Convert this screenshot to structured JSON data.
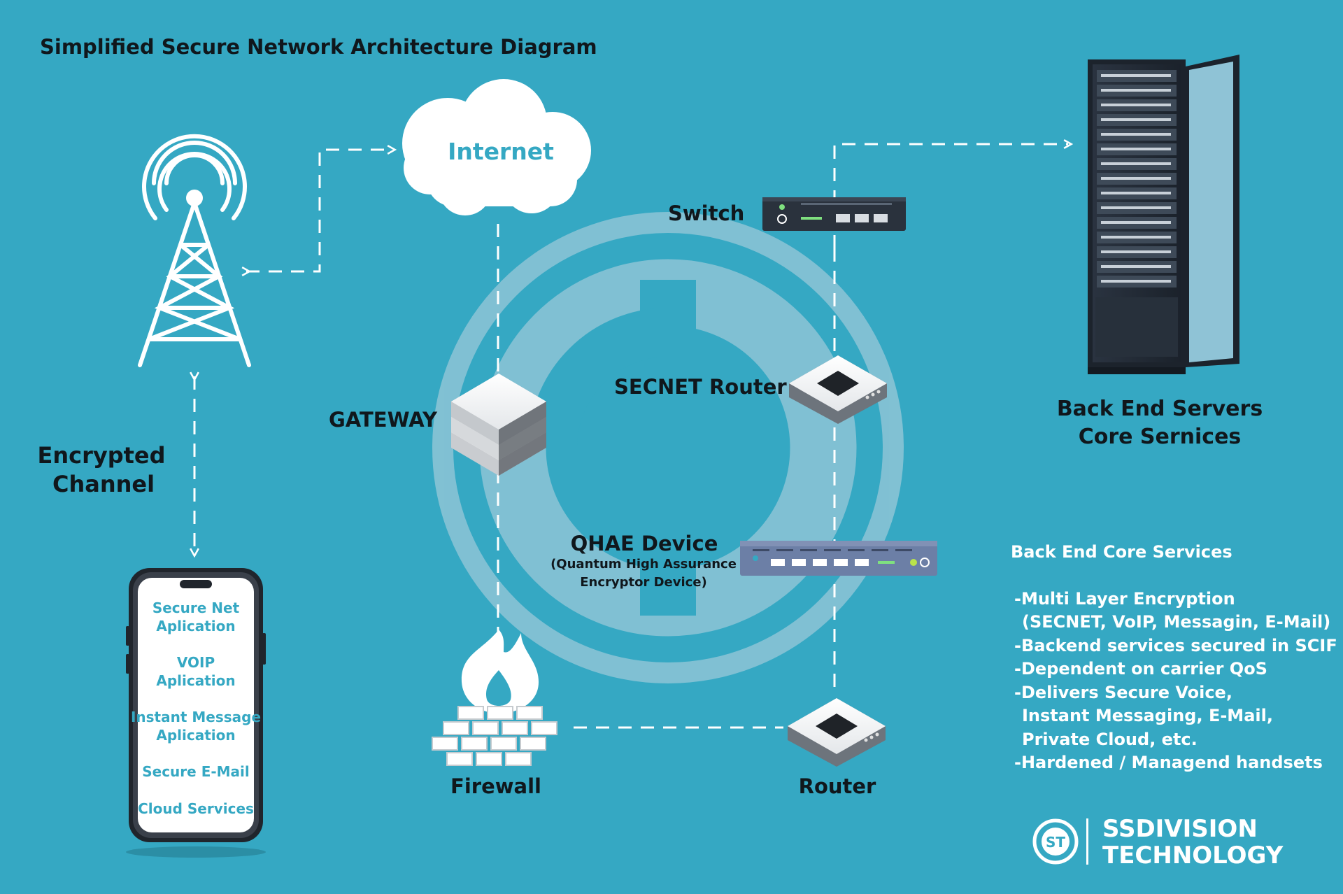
{
  "title": "Simplified Secure Network Architecture Diagram",
  "nodes": {
    "internet": "Internet",
    "switch": "Switch",
    "secnet_router": "SECNET Router",
    "gateway": "GATEWAY",
    "qhae_title": "QHAE Device",
    "qhae_sub1": "(Quantum High Assurance",
    "qhae_sub2": "Encryptor Device)",
    "firewall": "Firewall",
    "router": "Router",
    "servers_line1": "Back End Servers",
    "servers_line2": "Core Sernices",
    "channel_line1": "Encrypted",
    "channel_line2": "Channel"
  },
  "phone_apps": [
    [
      "Secure Net",
      "Aplication"
    ],
    [
      "VOIP",
      "Aplication"
    ],
    [
      "Instant Message",
      "Aplication"
    ],
    [
      "Secure E-Mail"
    ],
    [
      "Cloud Services"
    ]
  ],
  "services": {
    "heading": "Back End Core Services",
    "items": [
      "-Multi Layer Encryption",
      "(SECNET, VoIP, Messagin, E-Mail)",
      "-Backend services secured in SCIF",
      "-Dependent on carrier QoS",
      "-Delivers Secure Voice,",
      "Instant Messaging, E-Mail,",
      "Private Cloud, etc.",
      "-Hardened / Managend handsets"
    ]
  },
  "brand": {
    "badge": "ST",
    "line1": "SSDIVISION",
    "line2": "TECHNOLOGY"
  },
  "colors": {
    "background": "#35a8c3",
    "text_dark": "#10171c",
    "white": "#ffffff"
  }
}
